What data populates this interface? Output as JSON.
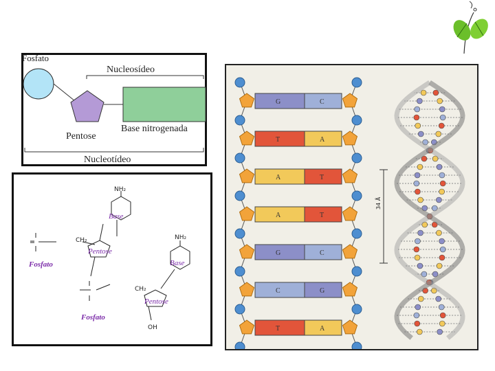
{
  "nucleotide": {
    "fosfato": "Fosfato",
    "nucleosideo": "Nucleosídeo",
    "pentose": "Pentose",
    "base": "Base nitrogenada",
    "nucleotideo": "Nucleotídeo"
  },
  "chem": {
    "base1": "Base",
    "base2": "Base",
    "pentose1": "Pentose",
    "pentose2": "Pentose",
    "fosfato1": "Fosfato",
    "fosfato2": "Fosfato",
    "nh2a": "NH₂",
    "nh2b": "NH₂",
    "ch2a": "CH₂",
    "ch2b": "CH₂",
    "oh": "OH"
  },
  "ladder": {
    "pairs": [
      {
        "left": "G",
        "right": "C",
        "lc": "#8c8fc8",
        "rc": "#9fb0d8"
      },
      {
        "left": "T",
        "right": "A",
        "lc": "#e2553a",
        "rc": "#f2c95a"
      },
      {
        "left": "A",
        "right": "T",
        "lc": "#f2c95a",
        "rc": "#e2553a"
      },
      {
        "left": "A",
        "right": "T",
        "lc": "#f2c95a",
        "rc": "#e2553a"
      },
      {
        "left": "G",
        "right": "C",
        "lc": "#8c8fc8",
        "rc": "#9fb0d8"
      },
      {
        "left": "C",
        "right": "G",
        "lc": "#9fb0d8",
        "rc": "#8c8fc8"
      },
      {
        "left": "T",
        "right": "A",
        "lc": "#e2553a",
        "rc": "#f2c95a"
      }
    ],
    "helix_measure": "34 Å"
  },
  "colors": {
    "phosphate": "#4e8ed0",
    "sugar": "#f2a33a",
    "leaf": "#6bbf2a"
  },
  "icons": {
    "logo": "leaf-logo-icon"
  }
}
